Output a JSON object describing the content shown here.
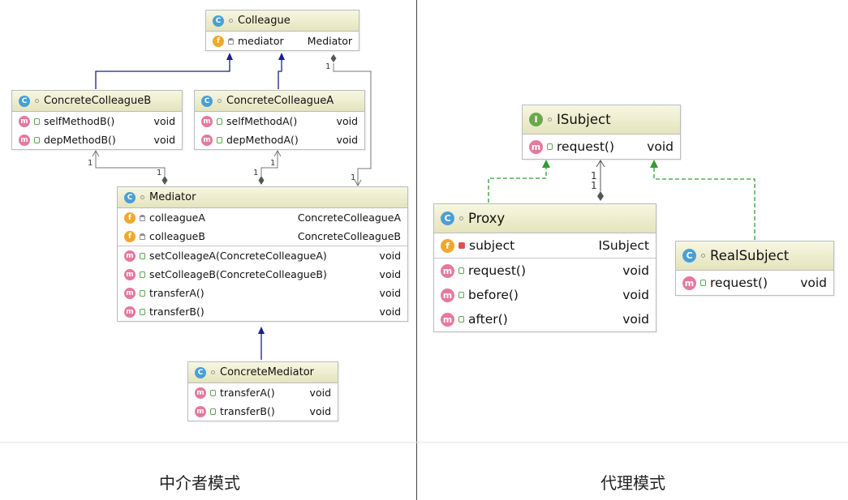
{
  "mediator_pattern": {
    "colleague": {
      "name": "Colleague",
      "fields": [
        {
          "name": "mediator",
          "type": "Mediator"
        }
      ]
    },
    "concrete_colleague_b": {
      "name": "ConcreteColleagueB",
      "methods": [
        {
          "name": "selfMethodB()",
          "type": "void"
        },
        {
          "name": "depMethodB()",
          "type": "void"
        }
      ]
    },
    "concrete_colleague_a": {
      "name": "ConcreteColleagueA",
      "methods": [
        {
          "name": "selfMethodA()",
          "type": "void"
        },
        {
          "name": "depMethodA()",
          "type": "void"
        }
      ]
    },
    "mediator": {
      "name": "Mediator",
      "fields": [
        {
          "name": "colleagueA",
          "type": "ConcreteColleagueA"
        },
        {
          "name": "colleagueB",
          "type": "ConcreteColleagueB"
        }
      ],
      "methods": [
        {
          "name": "setColleageA(ConcreteColleagueA)",
          "type": "void"
        },
        {
          "name": "setColleageB(ConcreteColleagueB)",
          "type": "void"
        },
        {
          "name": "transferA()",
          "type": "void"
        },
        {
          "name": "transferB()",
          "type": "void"
        }
      ]
    },
    "concrete_mediator": {
      "name": "ConcreteMediator",
      "methods": [
        {
          "name": "transferA()",
          "type": "void"
        },
        {
          "name": "transferB()",
          "type": "void"
        }
      ]
    },
    "multiplicity": "1",
    "caption": "中介者模式"
  },
  "proxy_pattern": {
    "isubject": {
      "name": "ISubject",
      "methods": [
        {
          "name": "request()",
          "type": "void"
        }
      ]
    },
    "proxy": {
      "name": "Proxy",
      "fields": [
        {
          "name": "subject",
          "type": "ISubject"
        }
      ],
      "methods": [
        {
          "name": "request()",
          "type": "void"
        },
        {
          "name": "before()",
          "type": "void"
        },
        {
          "name": "after()",
          "type": "void"
        }
      ]
    },
    "real_subject": {
      "name": "RealSubject",
      "methods": [
        {
          "name": "request()",
          "type": "void"
        }
      ]
    },
    "multiplicity": "1",
    "caption": "代理模式"
  },
  "icons": {
    "class": "C",
    "interface": "I",
    "field": "f",
    "method": "m"
  },
  "colors": {
    "inheritance_line": "#1a1f8c",
    "implementation_line": "#2e9e2e",
    "association_line": "#777777",
    "header_bg": "#eaeac6"
  }
}
